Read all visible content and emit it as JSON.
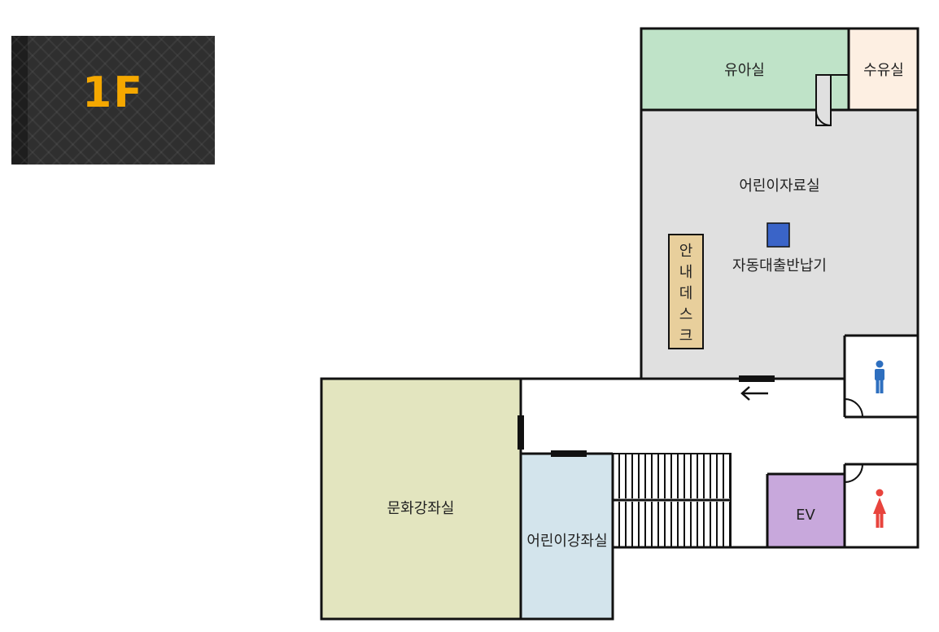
{
  "floor_label": "1F",
  "rooms": {
    "nursing_room": "유아실",
    "breastfeeding_room": "수유실",
    "children_library": "어린이자료실",
    "auto_lending_machine": "자동대출반납기",
    "info_desk": "안내데스크",
    "culture_lecture_room": "문화강좌실",
    "children_lecture_room": "어린이강좌실",
    "elevator": "EV"
  },
  "info_desk_chars": [
    "안",
    "내",
    "데",
    "스",
    "크"
  ],
  "icons": {
    "men_restroom": "man-icon",
    "women_restroom": "woman-icon",
    "exit_arrow": "arrow-left-icon",
    "kiosk": "kiosk-square-icon"
  },
  "colors": {
    "nursing_room": "#bfe3c8",
    "breastfeeding_room": "#fdefe2",
    "children_library": "#e0e0e0",
    "culture_lecture_room": "#e3e5bf",
    "children_lecture_room": "#d3e4ec",
    "elevator": "#c8a8dc",
    "info_desk": "#e8cf9c",
    "kiosk": "#3a64c8",
    "men": "#2e6fbf",
    "women": "#e8443d",
    "floor_badge_text": "#f5a800"
  }
}
